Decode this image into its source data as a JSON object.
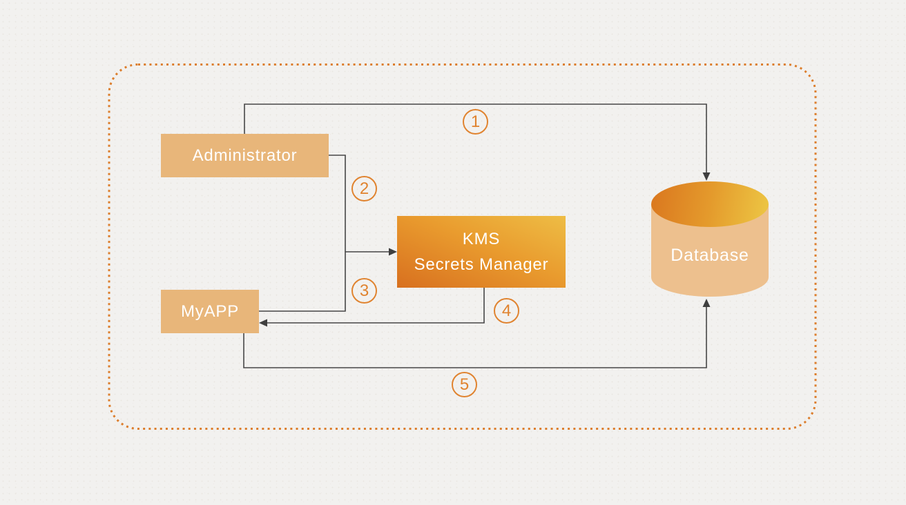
{
  "diagram": {
    "nodes": {
      "administrator": {
        "label": "Administrator"
      },
      "myapp": {
        "label": "MyAPP"
      },
      "kms": {
        "label": "KMS\nSecrets Manager"
      },
      "database": {
        "label": "Database"
      }
    },
    "steps": [
      {
        "number": "1",
        "from": "Administrator",
        "to": "Database"
      },
      {
        "number": "2",
        "from": "Administrator",
        "to": "KMS Secrets Manager"
      },
      {
        "number": "3",
        "from": "MyAPP",
        "to": "KMS Secrets Manager"
      },
      {
        "number": "4",
        "from": "KMS Secrets Manager",
        "to": "MyAPP"
      },
      {
        "number": "5",
        "from": "MyAPP",
        "to": "Database"
      }
    ],
    "colors": {
      "background": "#f2f1ef",
      "dotted_border": "#dc7e2d",
      "step_badge": "#e0832f",
      "node_fill": "#e8b67a",
      "kms_gradient_from": "#d8701f",
      "kms_gradient_to": "#eebd45",
      "database_top_from": "#db7a20",
      "database_top_to": "#ecc342",
      "database_body": "#edc08e",
      "connector": "#464646",
      "node_text": "#ffffff"
    }
  }
}
